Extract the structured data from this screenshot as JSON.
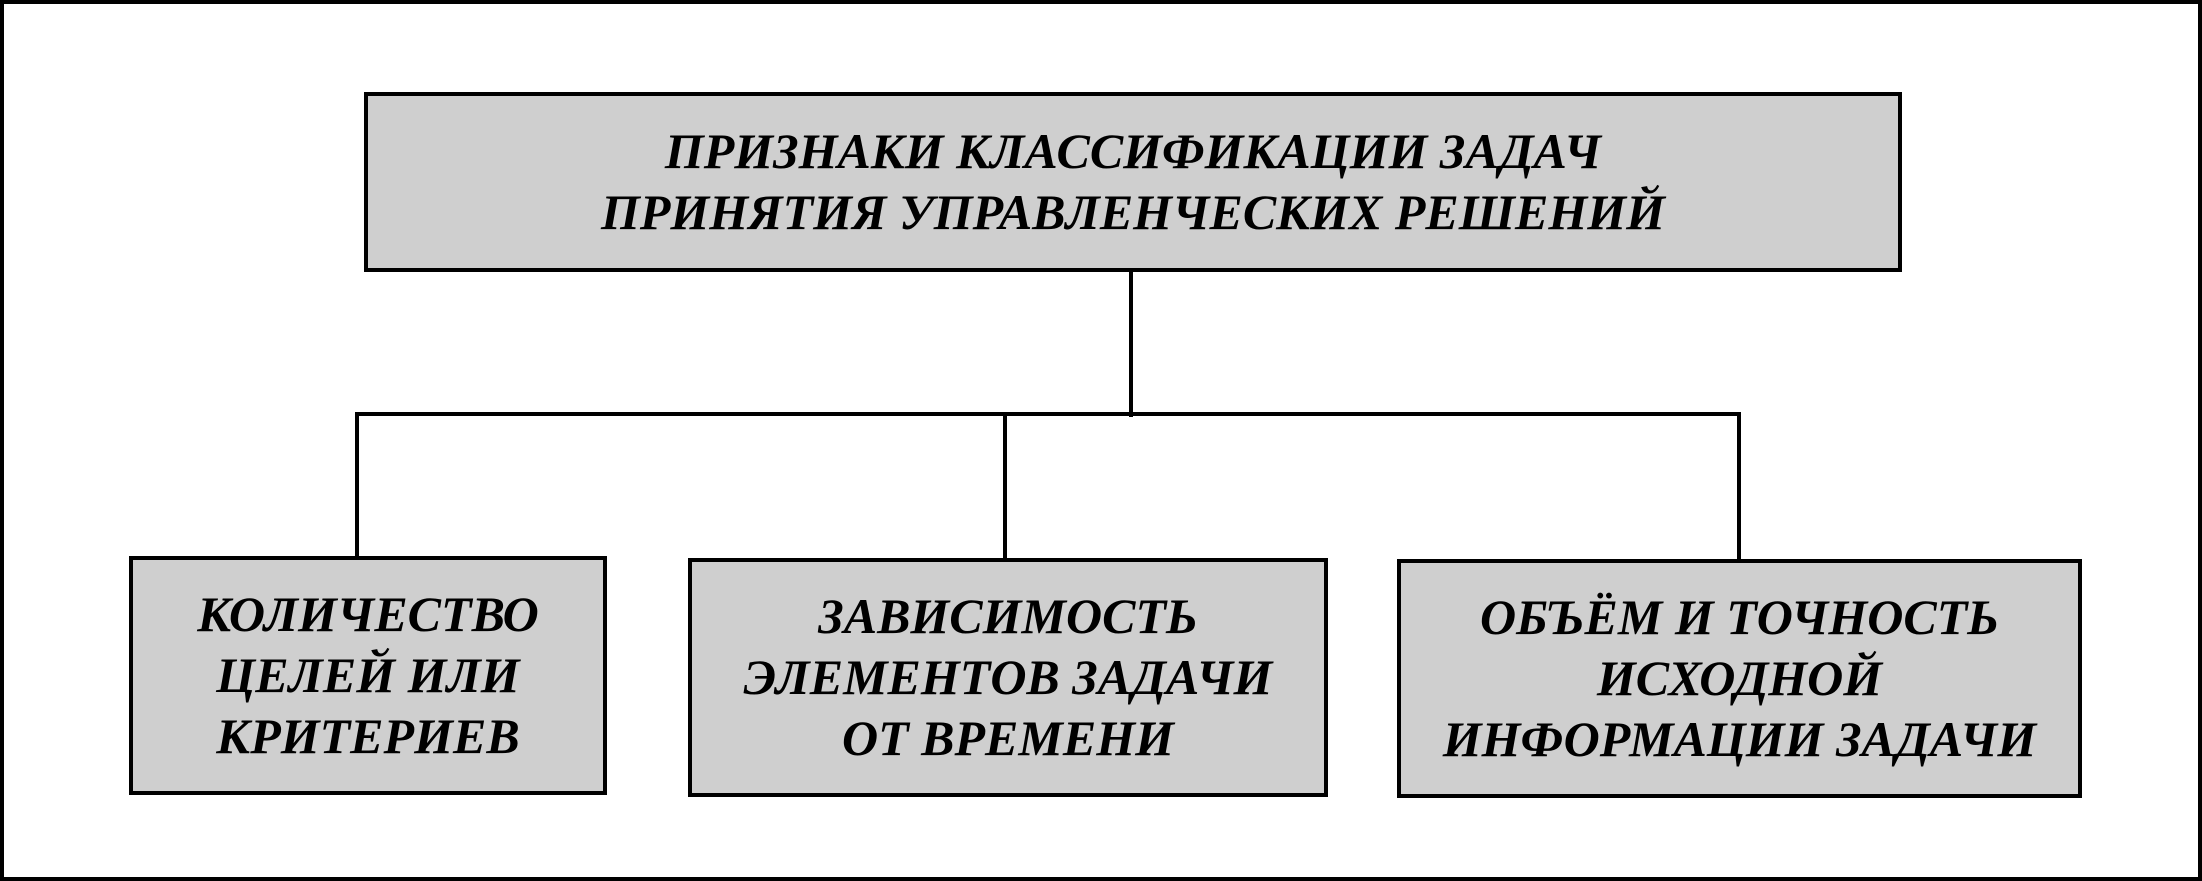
{
  "diagram": {
    "root": {
      "lines": [
        "ПРИЗНАКИ КЛАССИФИКАЦИИ ЗАДАЧ",
        "ПРИНЯТИЯ УПРАВЛЕНЧЕСКИХ РЕШЕНИЙ"
      ]
    },
    "children": [
      {
        "lines": [
          "КОЛИЧЕСТВО",
          "ЦЕЛЕЙ ИЛИ",
          "КРИТЕРИЕВ"
        ]
      },
      {
        "lines": [
          "ЗАВИСИМОСТЬ",
          "ЭЛЕМЕНТОВ ЗАДАЧИ",
          "ОТ ВРЕМЕНИ"
        ]
      },
      {
        "lines": [
          "ОБЪЁМ И ТОЧНОСТЬ",
          "ИСХОДНОЙ",
          "ИНФОРМАЦИИ ЗАДАЧИ"
        ]
      }
    ]
  },
  "colors": {
    "box_fill": "#cfcfcf",
    "border": "#000000",
    "background": "#ffffff"
  }
}
